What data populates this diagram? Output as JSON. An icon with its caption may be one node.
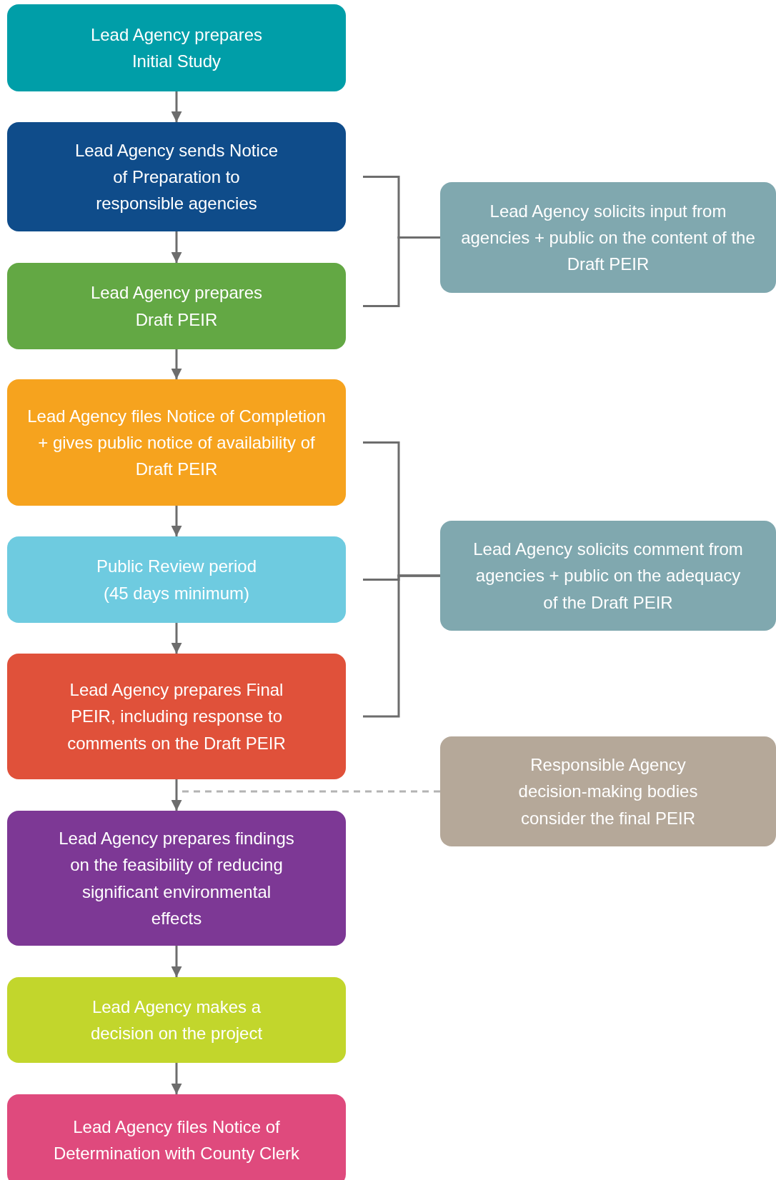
{
  "diagram": {
    "nodes": [
      {
        "text": [
          "Lead Agency prepares Initial Study"
        ]
      },
      {
        "text": [
          "Lead Agency sends Notice of Preparation to responsible agencies"
        ]
      },
      {
        "text": [
          "Lead Agency solicits input from agencies + public on the content of the Draft PEIR"
        ]
      },
      {
        "text": [
          "Lead Agency prepares Draft PEIR"
        ]
      },
      {
        "text": [
          "Lead Agency files Notice of Completion + gives public notice of availability of Draft PEIR"
        ]
      },
      {
        "text": [
          "Lead Agency solicits comment from agencies + public on the adequacy of the Draft PEIR"
        ]
      },
      {
        "text": [
          "Public Review period (45 days minimum)"
        ]
      },
      {
        "text": [
          "Lead Agency prepares Final PEIR, including response to comments on the Draft PEIR"
        ]
      },
      {
        "text": [
          "Responsible Agency decision-making bodies consider the final PEIR"
        ]
      },
      {
        "text": [
          "Lead Agency prepares findings on the feasibility of reducing significant environmental effects"
        ]
      },
      {
        "text": [
          "Lead Agency makes a decision on the project"
        ]
      },
      {
        "text": [
          "Lead Agency files Notice of Determination with County Clerk"
        ]
      }
    ],
    "edges": [
      {
        "from": 0,
        "to": 1,
        "arrow": "to"
      },
      {
        "from": 1,
        "to": 3,
        "arrow": "to"
      },
      {
        "from": 3,
        "to": 4,
        "arrow": "to"
      },
      {
        "from": 4,
        "to": 6,
        "arrow": "to"
      },
      {
        "from": 6,
        "to": 7,
        "arrow": "to"
      },
      {
        "from": 7,
        "to": 9,
        "arrow": "to"
      },
      {
        "from": 9,
        "to": 10,
        "arrow": "to"
      },
      {
        "from": 10,
        "to": 11,
        "arrow": "to"
      },
      {
        "from": 1,
        "to": 2,
        "arrow": "none"
      },
      {
        "from": 3,
        "to": 2,
        "arrow": "none"
      },
      {
        "from": 4,
        "to": 5,
        "arrow": "none"
      },
      {
        "from": 6,
        "to": 5,
        "arrow": "none"
      },
      {
        "from": 7,
        "to": 5,
        "arrow": "none"
      },
      {
        "from": 8,
        "to": 7,
        "arrow": "none",
        "style": "dashed",
        "color": "#b3b3b3"
      }
    ]
  }
}
